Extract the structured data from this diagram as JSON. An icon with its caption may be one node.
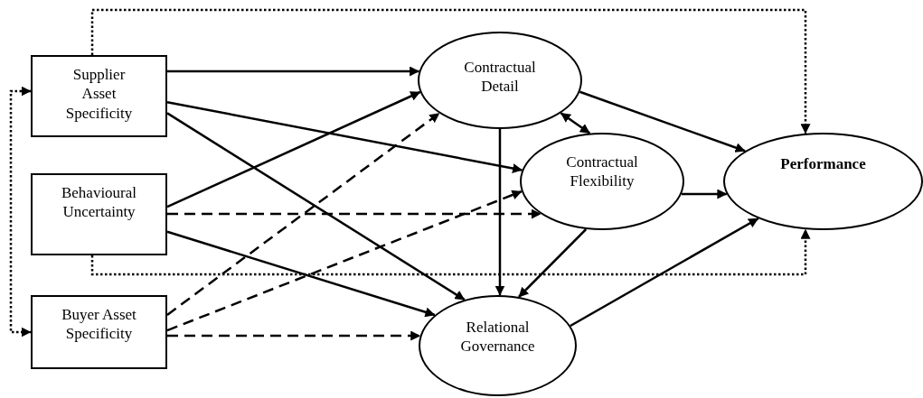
{
  "diagram": {
    "nodes": [
      {
        "text": [
          "Supplier Asset Specificity"
        ]
      },
      {
        "text": [
          "Behavioural Uncertainty"
        ]
      },
      {
        "text": [
          "Buyer Asset Specificity"
        ]
      },
      {
        "text": [
          "Contractual Detail"
        ]
      },
      {
        "text": [
          "Contractual Flexibility"
        ]
      },
      {
        "text": [
          "Performance"
        ]
      },
      {
        "text": [
          "Relational Governance"
        ]
      }
    ],
    "edges": [
      {
        "from": 0,
        "to": 3,
        "arrow": "to"
      },
      {
        "from": 0,
        "to": 4,
        "arrow": "to"
      },
      {
        "from": 0,
        "to": 6,
        "arrow": "to"
      },
      {
        "from": 1,
        "to": 3,
        "arrow": "to"
      },
      {
        "from": 1,
        "to": 4,
        "arrow": "to",
        "style": "dashed"
      },
      {
        "from": 1,
        "to": 6,
        "arrow": "to"
      },
      {
        "from": 2,
        "to": 3,
        "arrow": "to",
        "style": "dashed"
      },
      {
        "from": 2,
        "to": 4,
        "arrow": "to",
        "style": "dashed"
      },
      {
        "from": 2,
        "to": 6,
        "arrow": "to",
        "style": "dashed"
      },
      {
        "from": 3,
        "to": 5,
        "arrow": "to"
      },
      {
        "from": 3,
        "to": 4,
        "arrow": "both"
      },
      {
        "from": 3,
        "to": 6,
        "arrow": "to"
      },
      {
        "from": 4,
        "to": 5,
        "arrow": "to"
      },
      {
        "from": 4,
        "to": 6,
        "arrow": "to"
      },
      {
        "from": 6,
        "to": 5,
        "arrow": "to"
      },
      {
        "from": 0,
        "to": 5,
        "arrow": "to",
        "style": "dashed"
      },
      {
        "from": 1,
        "to": 5,
        "arrow": "to",
        "style": "dashed"
      },
      {
        "from": 0,
        "to": 2,
        "arrow": "both",
        "style": "dashed"
      }
    ]
  }
}
